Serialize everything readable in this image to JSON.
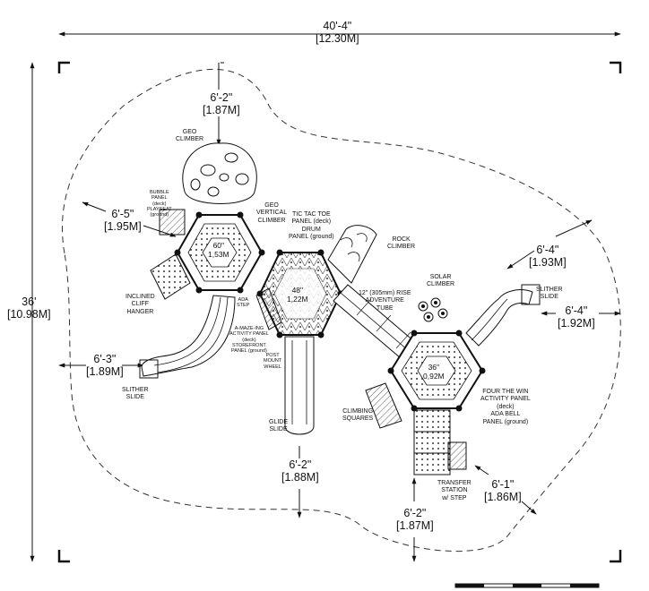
{
  "dimensions": {
    "overall_width": {
      "imperial": "40'-4\"",
      "metric": "[12.30M]"
    },
    "overall_depth": {
      "imperial": "36'",
      "metric": "[10.98M]"
    },
    "top_clearance": {
      "imperial": "6'-2\"",
      "metric": "[1.87M]"
    },
    "upper_left_clearance": {
      "imperial": "6'-5\"",
      "metric": "[1.95M]"
    },
    "left_clearance": {
      "imperial": "6'-3\"",
      "metric": "[1.89M]"
    },
    "bottom_center_clearance": {
      "imperial": "6'-2\"",
      "metric": "[1.88M]"
    },
    "bottom_clearance": {
      "imperial": "6'-2\"",
      "metric": "[1.87M]"
    },
    "lower_right_clearance": {
      "imperial": "6'-1\"",
      "metric": "[1.86M]"
    },
    "upper_right_clearance": {
      "imperial": "6'-4\"",
      "metric": "[1.93M]"
    },
    "right_clearance": {
      "imperial": "6'-4\"",
      "metric": "[1.92M]"
    }
  },
  "decks": {
    "left": {
      "imperial": "60\"",
      "metric": "1,53M"
    },
    "center": {
      "imperial": "48\"",
      "metric": "1,22M"
    },
    "right": {
      "imperial": "36\"",
      "metric": "0,92M"
    }
  },
  "components": {
    "geo_climber": "GEO\nCLIMBER",
    "bubble_panel": "BUBBLE\nPANEL\n(deck)\nPLAYSEAT\n(ground)",
    "geo_vertical_climber": "GEO\nVERTICAL\nCLIMBER",
    "tic_tac_toe": "TIC TAC TOE\nPANEL (deck)\nDRUM\nPANEL (ground)",
    "rock_climber": "ROCK\nCLIMBER",
    "inclined_cliff_hanger": "INCLINED\nCLIFF\nHANGER",
    "ada_step": "ADA\nSTEP",
    "a_maze_ing": "A-MAZE-ING\nACTIVITY PANEL\n(deck)\nSTOREFRONT\nPANEL (ground)",
    "post_mount_wheel": "POST\nMOUNT\nWHEEL",
    "adventure_tube": "12\" (305mm) RISE\nADVENTURE\nTUBE",
    "solar_climber": "SOLAR\nCLIMBER",
    "slither_slide_right": "SLITHER\nSLIDE",
    "slither_slide_left": "SLITHER\nSLIDE",
    "glide_slide": "GLIDE\nSLIDE",
    "climbing_squares": "CLIMBING\nSQUARES",
    "four_the_win": "FOUR THE WIN\nACTIVITY PANEL\n(deck)\nADA BELL\nPANEL (ground)",
    "transfer_station": "TRANSFER\nSTATION\nw/ STEP"
  }
}
